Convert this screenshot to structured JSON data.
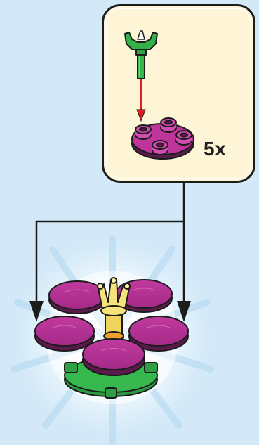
{
  "step": {
    "quantity_label": "5x",
    "parts": [
      {
        "name": "green-bar-with-clip",
        "color": "#33b04a"
      },
      {
        "name": "magenta-round-plate-2x2",
        "color": "#c0359c"
      }
    ],
    "model_parts": [
      {
        "name": "magenta-round-tiles",
        "color": "#b43296"
      },
      {
        "name": "yellow-crown-stem",
        "color": "#f5e170"
      },
      {
        "name": "green-leaf-base",
        "color": "#36b84e"
      }
    ],
    "arrow_color": "#e02020",
    "background": "#d3e9f8",
    "callout_background": "#fdf5d6"
  }
}
